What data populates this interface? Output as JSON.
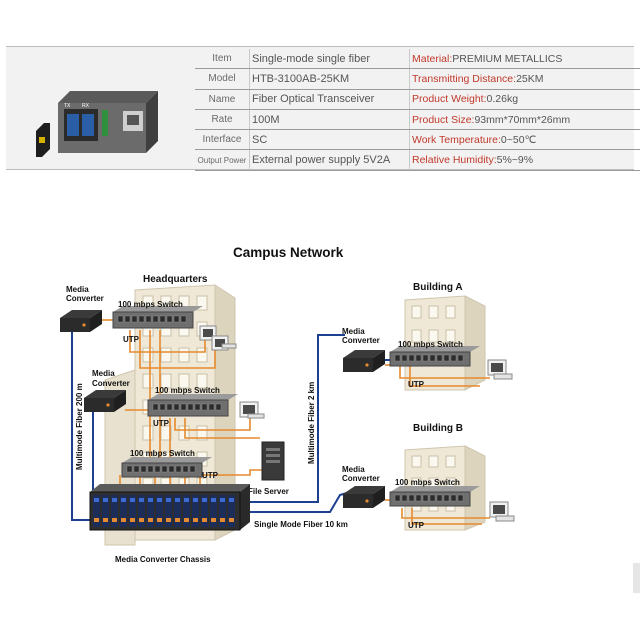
{
  "spec_table": {
    "rows": [
      {
        "label": "Item",
        "value": "Single-mode single fiber",
        "key": "Material",
        "key_value": "PREMIUM METALLICS"
      },
      {
        "label": "Model",
        "value": "HTB-3100AB-25KM",
        "key": "Transmitting Distance",
        "key_value": "25KM"
      },
      {
        "label": "Name",
        "value": "Fiber Optical Transceiver",
        "key": "Product Weight",
        "key_value": "0.26kg"
      },
      {
        "label": "Rate",
        "value": "100M",
        "key": "Product Size",
        "key_value": "93mm*70mm*26mm"
      },
      {
        "label": "Interface",
        "value": "SC",
        "key": "Work Temperature",
        "key_value": "0~50℃"
      },
      {
        "label": "Output Power",
        "value": "External power supply 5V2A",
        "key": "Relative Humidity",
        "key_value": "5%~9%"
      }
    ]
  },
  "product_photo": {
    "port_tx": "TX",
    "port_rx": "RX"
  },
  "diagram": {
    "title": "Campus Network",
    "headquarters": "Headquarters",
    "building_a": "Building A",
    "building_b": "Building B",
    "media_converter": "Media Converter",
    "switch_label": "100 mbps Switch",
    "utp": "UTP",
    "file_server": "File Server",
    "chassis": "Media Converter Chassis",
    "fiber_200m": "Multimode Fiber 200 m",
    "fiber_2km": "Multimode Fiber 2 km",
    "fiber_10km": "Single Mode Fiber 10 km"
  },
  "colors": {
    "accent_key": "#c0392b",
    "utp_cable": "#e58a2e",
    "fiber_cable": "#1c3f8f"
  }
}
